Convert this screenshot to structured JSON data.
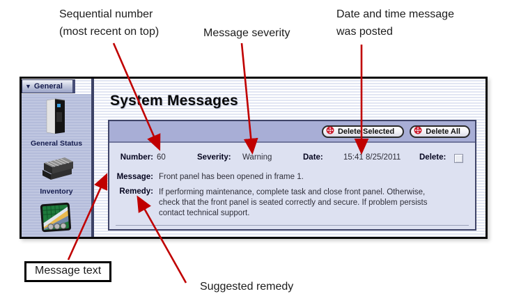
{
  "annotations": {
    "sequential": {
      "line1": "Sequential number",
      "line2": "(most recent on top)"
    },
    "severity": "Message severity",
    "date": {
      "line1": "Date and time message",
      "line2": "was posted"
    },
    "message_text": "Message text",
    "suggested_remedy": "Suggested remedy"
  },
  "window": {
    "sidebar": {
      "header": {
        "label": "General",
        "collapse_icon": "▼"
      },
      "items": [
        {
          "label": "General Status",
          "icon": "server-tower-icon"
        },
        {
          "label": "Inventory",
          "icon": "inventory-stack-icon"
        },
        {
          "label": "",
          "icon": "performance-monitor-icon"
        }
      ]
    },
    "main": {
      "title": "System Messages",
      "toolbar": {
        "delete_selected_label": "Delete Selected",
        "delete_all_label": "Delete All"
      },
      "message": {
        "number_label": "Number:",
        "number_value": "60",
        "severity_label": "Severity:",
        "severity_value": "Warning",
        "date_label": "Date:",
        "date_value": "15:41 8/25/2011",
        "delete_label": "Delete:",
        "delete_checked": false,
        "message_label": "Message:",
        "message_value": "Front panel has been opened in frame 1.",
        "remedy_label": "Remedy:",
        "remedy_value": "If performing maintenance, complete task and close front panel. Otherwise, check that the front panel is seated correctly and secure. If problem persists contact technical support."
      }
    }
  },
  "colors": {
    "arrow_red": "#C00000",
    "panel_header": "#A8AED6",
    "panel_body": "#DDE1F1",
    "sidebar_bg": "#B9C1DE",
    "delete_icon_red": "#CC2233",
    "window_border": "#0B0B0B"
  }
}
